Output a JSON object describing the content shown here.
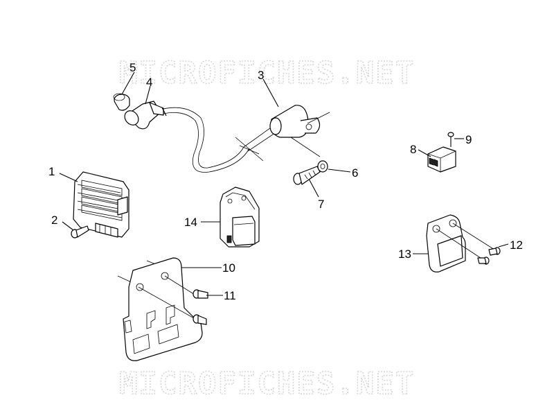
{
  "watermark": "MICROFICHES.NET",
  "callouts": [
    {
      "id": "1",
      "label": "1"
    },
    {
      "id": "2",
      "label": "2"
    },
    {
      "id": "3",
      "label": "3"
    },
    {
      "id": "4",
      "label": "4"
    },
    {
      "id": "5",
      "label": "5"
    },
    {
      "id": "6",
      "label": "6"
    },
    {
      "id": "7",
      "label": "7"
    },
    {
      "id": "8",
      "label": "8"
    },
    {
      "id": "9",
      "label": "9"
    },
    {
      "id": "10",
      "label": "10"
    },
    {
      "id": "11",
      "label": "11"
    },
    {
      "id": "12",
      "label": "12"
    },
    {
      "id": "13",
      "label": "13"
    },
    {
      "id": "14",
      "label": "14"
    }
  ]
}
